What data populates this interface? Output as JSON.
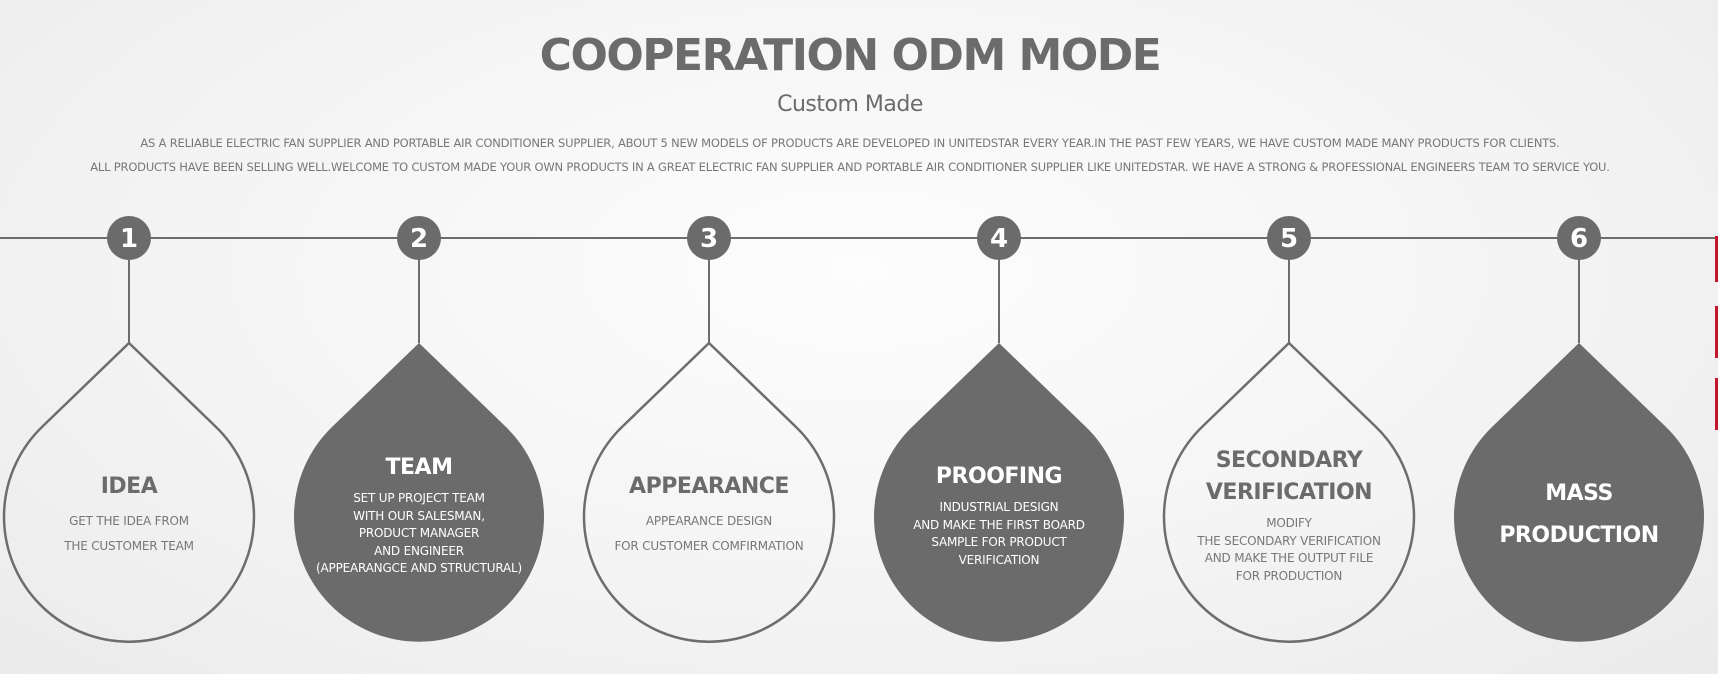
{
  "header": {
    "title": "COOPERATION ODM MODE",
    "subtitle": "Custom Made",
    "intro_line_1": "AS A RELIABLE ELECTRIC FAN SUPPLIER AND PORTABLE AIR CONDITIONER SUPPLIER, ABOUT 5 NEW MODELS OF PRODUCTS ARE DEVELOPED IN UNITEDSTAR EVERY YEAR.IN THE PAST FEW YEARS, WE HAVE CUSTOM MADE MANY PRODUCTS FOR CLIENTS.",
    "intro_line_2": "ALL PRODUCTS HAVE BEEN SELLING WELL.WELCOME TO CUSTOM MADE YOUR OWN PRODUCTS IN A GREAT ELECTRIC FAN SUPPLIER AND PORTABLE AIR CONDITIONER SUPPLIER LIKE UNITEDSTAR. WE HAVE A STRONG & PROFESSIONAL ENGINEERS TEAM TO SERVICE YOU."
  },
  "colors": {
    "accent": "#6b6b6b",
    "line": "#6d6d6d",
    "filled_text": "#ffffff",
    "edge_marker": "#c3162c"
  },
  "steps": [
    {
      "number": "1",
      "style": "outline",
      "title_lines": [
        "IDEA"
      ],
      "desc_lines": [
        "GET THE IDEA FROM",
        "THE CUSTOMER TEAM"
      ]
    },
    {
      "number": "2",
      "style": "filled",
      "title_lines": [
        "TEAM"
      ],
      "desc_lines": [
        "SET UP PROJECT TEAM",
        "WITH OUR SALESMAN,",
        "PRODUCT MANAGER",
        "AND ENGINEER",
        "(APPEARANGCE AND STRUCTURAL)"
      ]
    },
    {
      "number": "3",
      "style": "outline",
      "title_lines": [
        "APPEARANCE"
      ],
      "desc_lines": [
        "APPEARANCE DESIGN",
        "FOR CUSTOMER COMFIRMATION"
      ]
    },
    {
      "number": "4",
      "style": "filled",
      "title_lines": [
        "PROOFING"
      ],
      "desc_lines": [
        "INDUSTRIAL DESIGN",
        "AND MAKE THE FIRST BOARD",
        "SAMPLE FOR PRODUCT",
        "VERIFICATION"
      ]
    },
    {
      "number": "5",
      "style": "outline",
      "title_lines": [
        "SECONDARY",
        "VERIFICATION"
      ],
      "desc_lines": [
        "MODIFY",
        "THE SECONDARY VERIFICATION",
        "AND MAKE THE OUTPUT FILE",
        "FOR PRODUCTION"
      ]
    },
    {
      "number": "6",
      "style": "filled",
      "title_lines": [
        "MASS",
        "PRODUCTION"
      ],
      "desc_lines": []
    }
  ]
}
